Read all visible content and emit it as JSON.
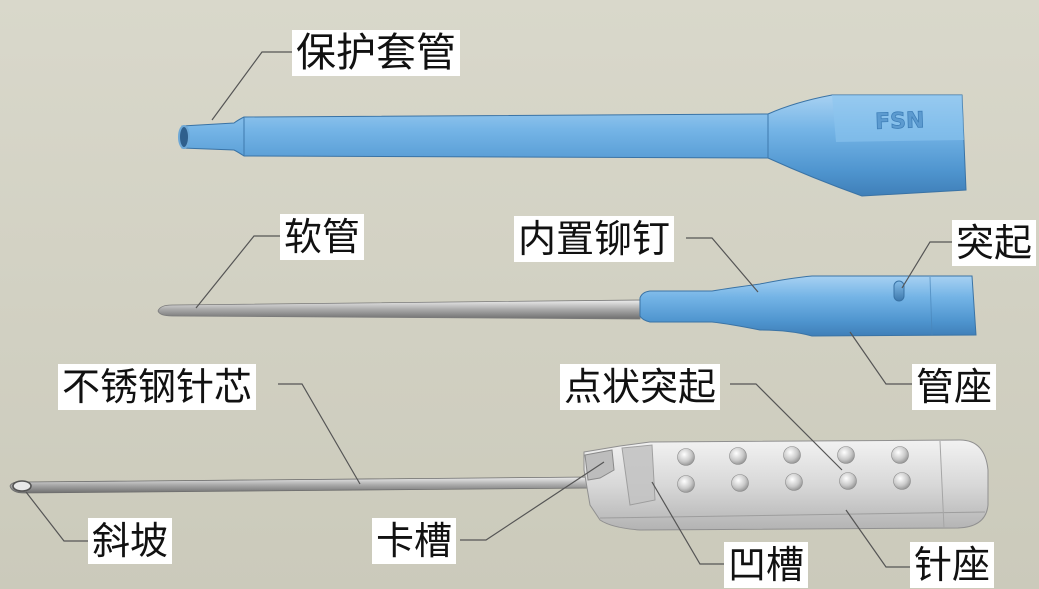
{
  "labels": {
    "protective_sheath": "保护套管",
    "soft_tube": "软管",
    "built_in_rivet": "内置铆钉",
    "protrusion": "突起",
    "tube_seat": "管座",
    "stainless_needle_core": "不锈钢针芯",
    "dot_protrusion": "点状突起",
    "bevel": "斜坡",
    "slot": "卡槽",
    "groove": "凹槽",
    "needle_seat": "针座"
  },
  "logo_text": "FSN",
  "colors": {
    "background": "#d4d3c6",
    "blue_part": "#6aaee0",
    "gray_part": "#d6d6d6",
    "leader_line": "#555555"
  }
}
